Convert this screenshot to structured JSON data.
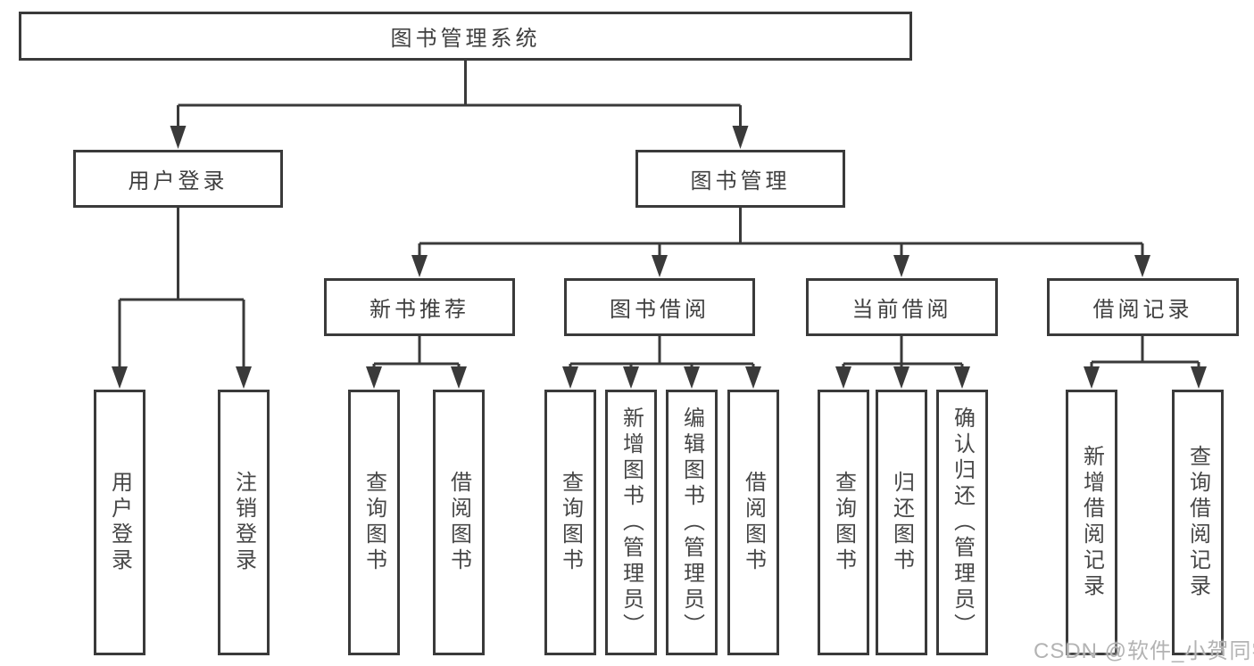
{
  "diagram": {
    "root": {
      "label": "图书管理系统"
    },
    "level2": {
      "login": {
        "label": "用户登录"
      },
      "mgmt": {
        "label": "图书管理"
      }
    },
    "level3": {
      "recommend": {
        "label": "新书推荐"
      },
      "borrow": {
        "label": "图书借阅"
      },
      "current": {
        "label": "当前借阅"
      },
      "records": {
        "label": "借阅记录"
      }
    },
    "leaves": {
      "user_login": {
        "label": "用户登录"
      },
      "logout": {
        "label": "注销登录"
      },
      "rec_query": {
        "label": "查询图书"
      },
      "rec_borrow": {
        "label": "借阅图书"
      },
      "bor_query": {
        "label": "查询图书"
      },
      "bor_add": {
        "label": "新增图书（管理员）"
      },
      "bor_edit": {
        "label": "编辑图书（管理员）"
      },
      "bor_lend": {
        "label": "借阅图书"
      },
      "cur_query": {
        "label": "查询图书"
      },
      "cur_return": {
        "label": "归还图书"
      },
      "cur_confirm": {
        "label": "确认归还（管理员）"
      },
      "log_add": {
        "label": "新增借阅记录"
      },
      "log_query": {
        "label": "查询借阅记录"
      }
    },
    "colors": {
      "line": "#3a3a3a",
      "box_border": "#3a3a3a",
      "text": "#3f3f3f",
      "watermark": "#b3b3b3",
      "background": "#ffffff"
    }
  },
  "watermark": {
    "text": "CSDN @软件_小贺同学"
  }
}
